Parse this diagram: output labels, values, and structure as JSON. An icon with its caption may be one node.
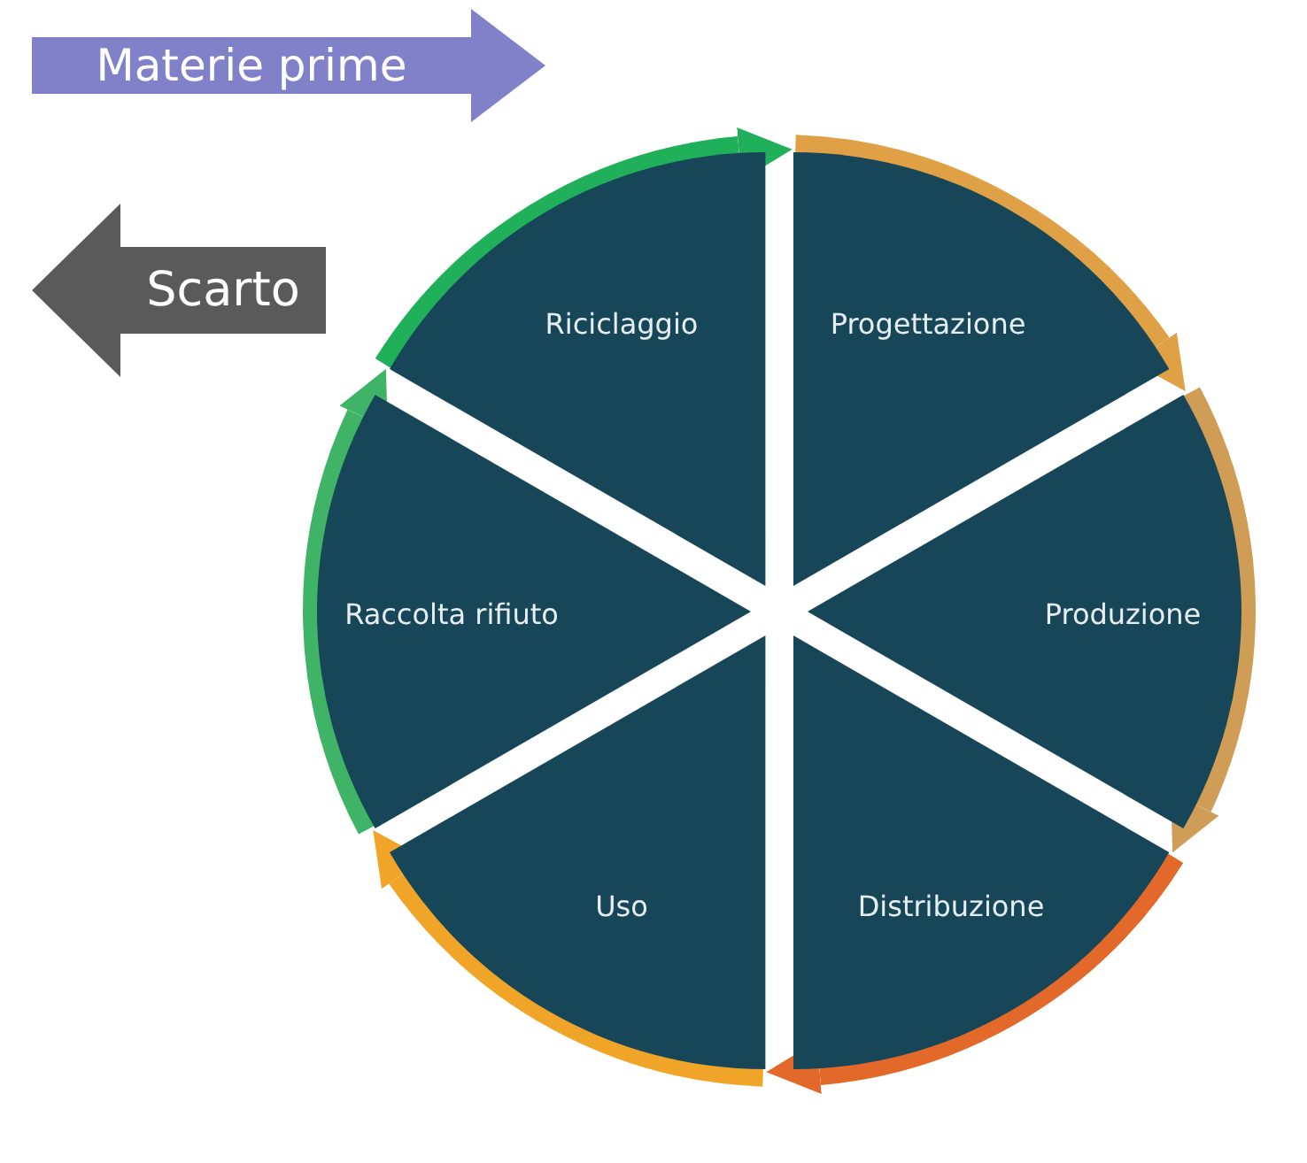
{
  "diagram": {
    "nodes": [
      {
        "text": [
          "Materie prime"
        ]
      },
      {
        "text": [
          "Scarto"
        ]
      },
      {
        "text": [
          "Riciclaggio"
        ]
      },
      {
        "text": [
          "Progettazione"
        ]
      },
      {
        "text": [
          "Raccolta rifiuto"
        ]
      },
      {
        "text": [
          "Produzione"
        ]
      },
      {
        "text": [
          "Uso"
        ]
      },
      {
        "text": [
          "Distribuzione"
        ]
      }
    ],
    "edges": [
      {
        "from": 3,
        "to": 5,
        "arrow": "to",
        "color": "#dfa046"
      },
      {
        "from": 5,
        "to": 7,
        "arrow": "to",
        "color": "#cf9d55"
      },
      {
        "from": 7,
        "to": 6,
        "arrow": "to",
        "color": "#e2692a"
      },
      {
        "from": 6,
        "to": 4,
        "arrow": "to",
        "color": "#f0a428"
      },
      {
        "from": 4,
        "to": 2,
        "arrow": "to",
        "color": "#3fb466"
      },
      {
        "from": 2,
        "to": 3,
        "arrow": "to",
        "color": "#21b05a"
      }
    ]
  }
}
